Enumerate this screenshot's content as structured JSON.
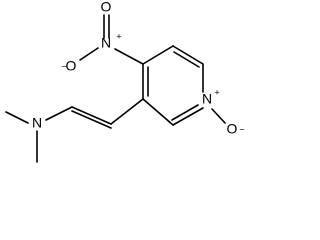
{
  "molecule": {
    "atoms": {
      "nitro_n": "N",
      "nitro_o_top": "O",
      "nitro_o_left": "O",
      "ring_n": "N",
      "ring_o": "O",
      "amine_n": "N"
    },
    "charges": {
      "nitro_n": "+",
      "nitro_o_left": "−",
      "ring_n": "+",
      "ring_o": "−"
    }
  }
}
